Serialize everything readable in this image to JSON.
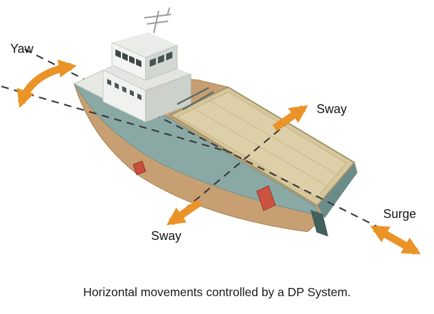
{
  "diagram": {
    "labels": {
      "yaw": "Yaw",
      "sway_top": "Sway",
      "sway_bottom": "Sway",
      "surge": "Surge"
    },
    "caption": "Horizontal movements controlled by a DP System.",
    "colors": {
      "arrow_orange": "#EA9327",
      "dashed_line": "#3A3A3A",
      "hull_teal": "#8AA9A5",
      "hull_brown": "#C79F72",
      "deck_tan": "#D7C79C",
      "superstructure_white": "#F0F2EF",
      "thruster_red": "#C6503C"
    }
  }
}
